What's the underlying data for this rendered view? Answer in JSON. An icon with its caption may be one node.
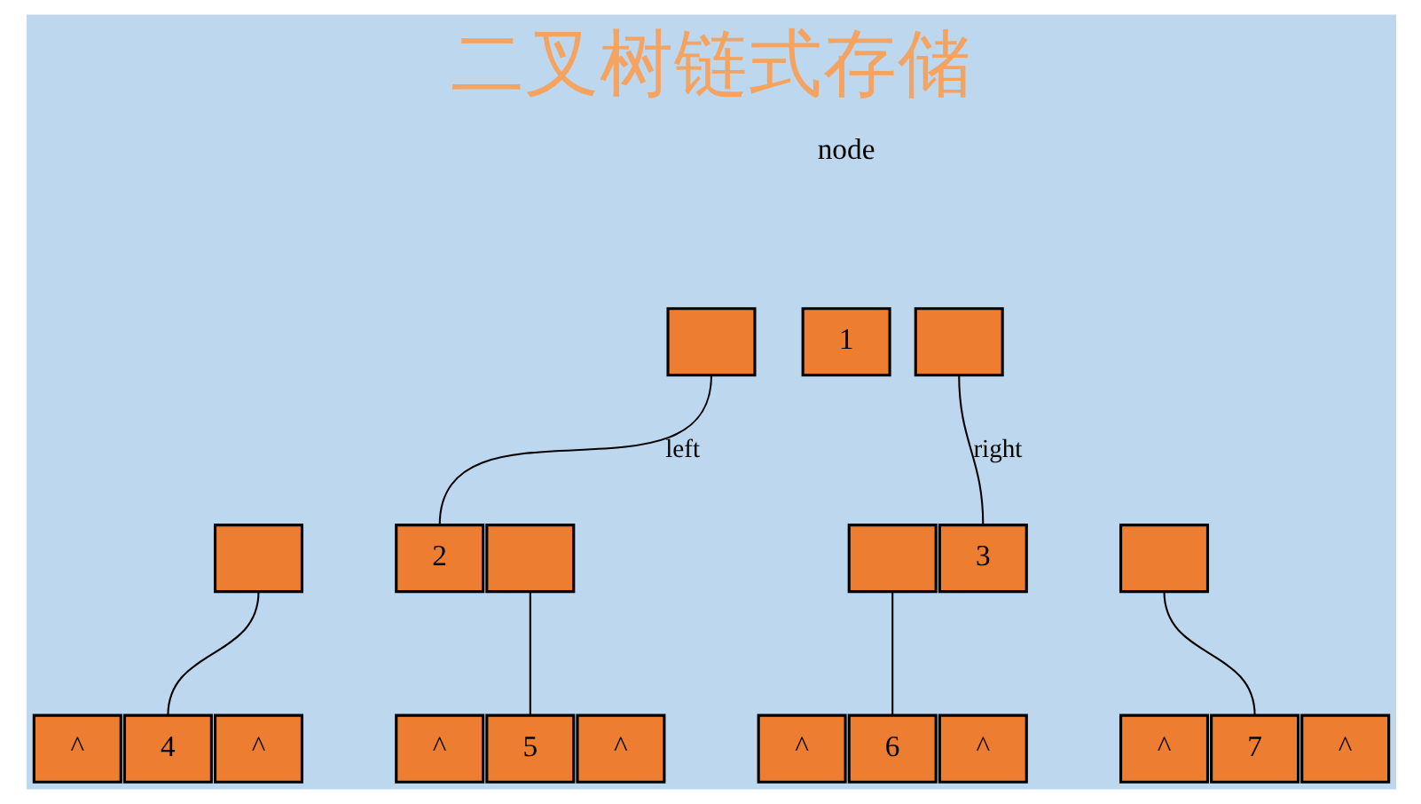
{
  "diagram": {
    "title": "二叉树链式存储",
    "nodes": [
      {
        "text": [],
        "shape": "box"
      },
      {
        "text": [
          "1"
        ]
      },
      {
        "text": [],
        "shape": "box"
      },
      {
        "text": [],
        "shape": "box"
      },
      {
        "text": [
          "2"
        ]
      },
      {
        "text": [],
        "shape": "box"
      },
      {
        "text": [],
        "shape": "box"
      },
      {
        "text": [
          "3"
        ]
      },
      {
        "text": [],
        "shape": "box"
      },
      {
        "text": [
          "^"
        ]
      },
      {
        "text": [
          "4"
        ]
      },
      {
        "text": [
          "^"
        ]
      },
      {
        "text": [
          "^"
        ]
      },
      {
        "text": [
          "5"
        ]
      },
      {
        "text": [
          "^"
        ]
      },
      {
        "text": [
          "^"
        ]
      },
      {
        "text": [
          "6"
        ]
      },
      {
        "text": [
          "^"
        ]
      },
      {
        "text": [
          "^"
        ]
      },
      {
        "text": [
          "7"
        ]
      },
      {
        "text": [
          "^"
        ]
      }
    ],
    "edges": [
      {
        "from": 0,
        "to": 4,
        "arrow": "none",
        "label": "left"
      },
      {
        "from": 2,
        "to": 7,
        "arrow": "none",
        "label": "right"
      },
      {
        "from": 3,
        "to": 10,
        "arrow": "none"
      },
      {
        "from": 5,
        "to": 13,
        "arrow": "none"
      },
      {
        "from": 6,
        "to": 16,
        "arrow": "none"
      },
      {
        "from": 8,
        "to": 19,
        "arrow": "none"
      }
    ],
    "labels": [
      "node"
    ]
  }
}
